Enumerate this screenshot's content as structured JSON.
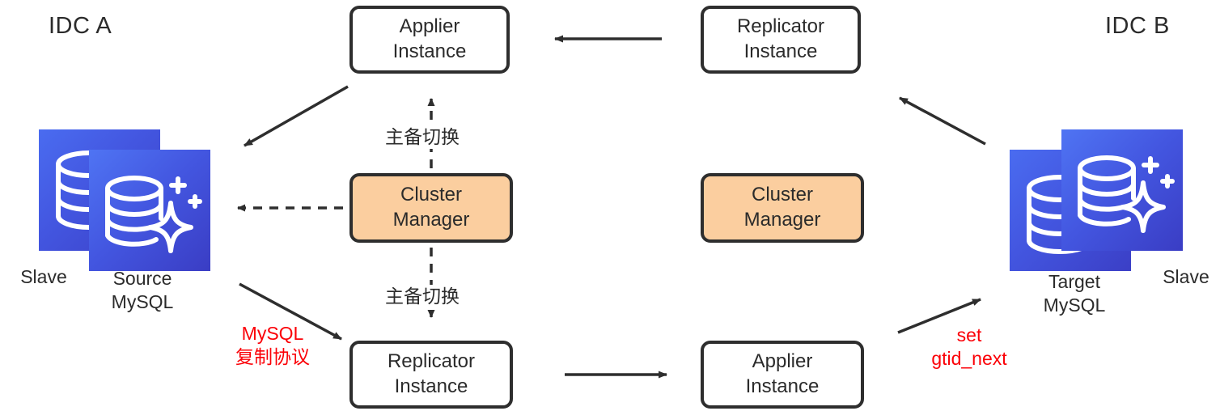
{
  "diagram": {
    "title_left": "IDC A",
    "title_right": "IDC B",
    "colors": {
      "box_border": "#2e2e2e",
      "box_fill": "#ffffff",
      "cluster_manager_fill": "#fbce9f",
      "arrow": "#2e2e2e",
      "red_label": "#fb0007",
      "db_gradient_from": "#4a6cf0",
      "db_gradient_to": "#3b3fc6",
      "text": "#2b2b2b"
    }
  },
  "nodes": {
    "applier_top": {
      "line1": "Applier",
      "line2": "Instance"
    },
    "replicator_top": {
      "line1": "Replicator",
      "line2": "Instance"
    },
    "cluster_manager_left": {
      "line1": "Cluster",
      "line2": "Manager"
    },
    "cluster_manager_right": {
      "line1": "Cluster",
      "line2": "Manager"
    },
    "replicator_bottom": {
      "line1": "Replicator",
      "line2": "Instance"
    },
    "applier_bottom": {
      "line1": "Applier",
      "line2": "Instance"
    }
  },
  "databases": {
    "left": {
      "back_label": "Slave",
      "front_label_line1": "Source",
      "front_label_line2": "MySQL",
      "icon": "database-sparkle-icon"
    },
    "right": {
      "back_label_line1": "Target",
      "back_label_line2": "MySQL",
      "front_label": "Slave",
      "icon": "database-sparkle-icon"
    }
  },
  "edge_labels": {
    "switchover_top": "主备切换",
    "switchover_bottom": "主备切换",
    "mysql_protocol_line1": "MySQL",
    "mysql_protocol_line2": "复制协议",
    "gtid_line1": "set",
    "gtid_line2": "gtid_next"
  }
}
